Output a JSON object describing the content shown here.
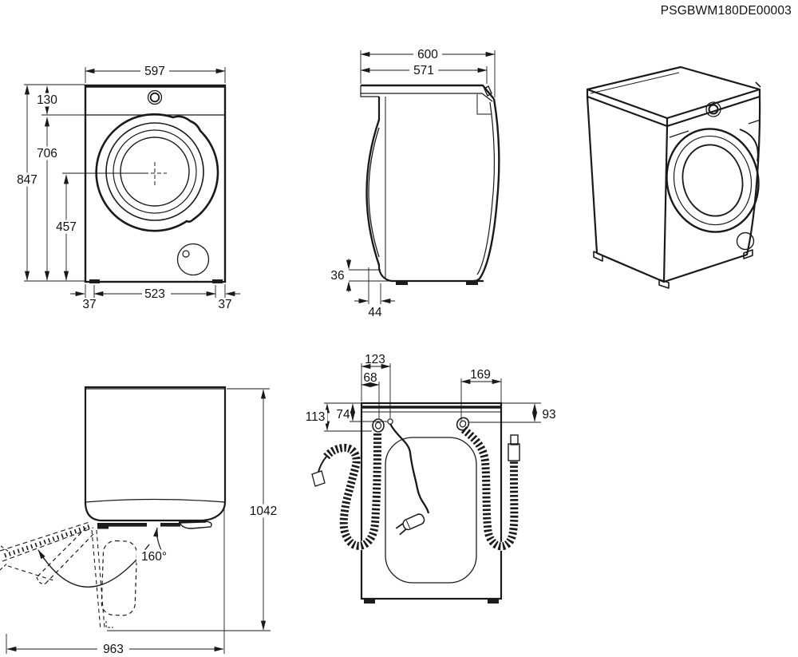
{
  "header": {
    "doc_code": "PSGBWM180DE00003"
  },
  "views": {
    "front": {
      "dims": {
        "width": "597",
        "top_panel_height": "130",
        "body_below_panel": "706",
        "total_height": "847",
        "door_center_height": "457",
        "left_foot_offset": "37",
        "feet_spacing": "523",
        "right_foot_offset": "37"
      }
    },
    "side": {
      "dims": {
        "total_depth": "600",
        "body_depth": "571",
        "plinth_recess_height": "36",
        "door_protrusion": "44"
      }
    },
    "door_swing": {
      "dims": {
        "depth_door_open": "1042",
        "width_door_open": "963",
        "opening_angle": "160°"
      }
    },
    "rear": {
      "dims": {
        "cord_offset_from_left": "123",
        "drain_hose_offset": "68",
        "inlet_hose_offset": "169",
        "drain_hose_drop": "113",
        "cord_drop": "74",
        "inlet_hose_drop": "93"
      }
    }
  }
}
